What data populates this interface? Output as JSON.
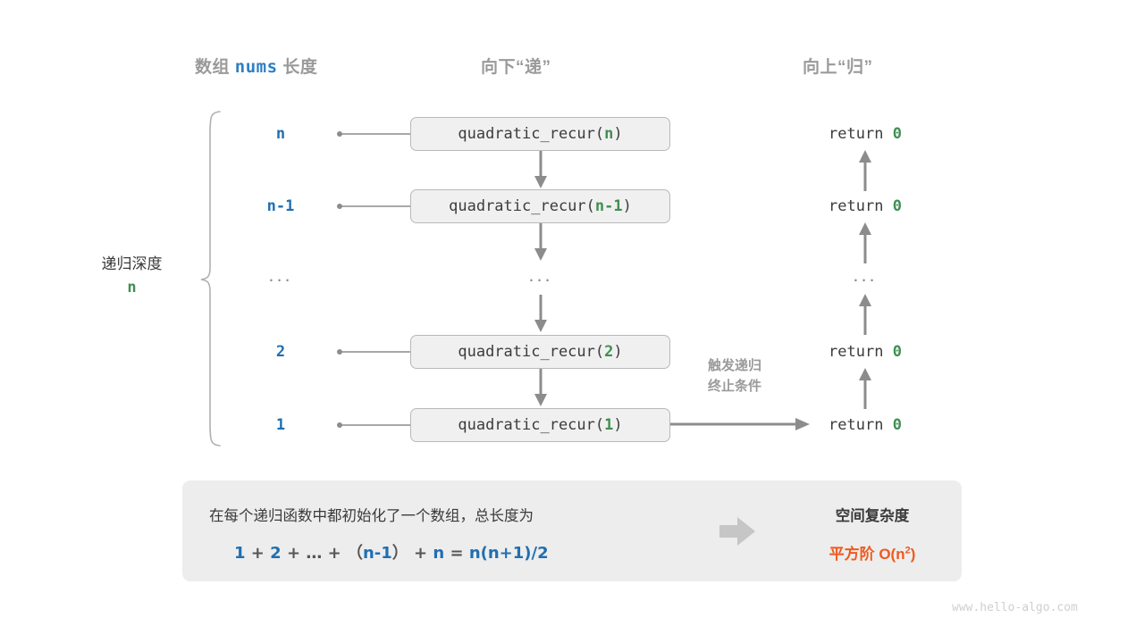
{
  "headers": {
    "array_length_prefix": "数组",
    "array_length_mono": "nums",
    "array_length_suffix": "长度",
    "down": "向下“递”",
    "up": "向上“归”"
  },
  "depth": {
    "label": "递归深度",
    "value": "n"
  },
  "rows": [
    {
      "length": "n",
      "call_prefix": "quadratic_recur(",
      "call_arg": "n",
      "call_suffix": ")",
      "ret_label": "return ",
      "ret_value": "0"
    },
    {
      "length": "n-1",
      "call_prefix": "quadratic_recur(",
      "call_arg": "n-1",
      "call_suffix": ")",
      "ret_label": "return ",
      "ret_value": "0"
    },
    {
      "length": "...",
      "call_prefix": "...",
      "call_arg": "",
      "call_suffix": "",
      "ret_label": "...",
      "ret_value": ""
    },
    {
      "length": "2",
      "call_prefix": "quadratic_recur(",
      "call_arg": "2",
      "call_suffix": ")",
      "ret_label": "return ",
      "ret_value": "0"
    },
    {
      "length": "1",
      "call_prefix": "quadratic_recur(",
      "call_arg": "1",
      "call_suffix": ")",
      "ret_label": "return ",
      "ret_value": "0"
    }
  ],
  "trigger_note": {
    "line1": "触发递归",
    "line2": "终止条件"
  },
  "summary": {
    "description": "在每个递归函数中都初始化了一个数组，总长度为",
    "formula_parts": [
      {
        "t": "1",
        "k": "b"
      },
      {
        "t": " + ",
        "k": "op"
      },
      {
        "t": "2",
        "k": "b"
      },
      {
        "t": " + ",
        "k": "op"
      },
      {
        "t": "…",
        "k": "op"
      },
      {
        "t": " + ",
        "k": "op"
      },
      {
        "t": "（",
        "k": "op"
      },
      {
        "t": "n-1",
        "k": "b"
      },
      {
        "t": "）",
        "k": "op"
      },
      {
        "t": " + ",
        "k": "op"
      },
      {
        "t": "n",
        "k": "b"
      },
      {
        "t": " = ",
        "k": "op"
      },
      {
        "t": "n(n+1)/2",
        "k": "b"
      }
    ],
    "result_title": "空间复杂度",
    "result_value_prefix": "平方阶  O(n",
    "result_value_sup": "2",
    "result_value_suffix": ")"
  },
  "watermark": "www.hello-algo.com",
  "colors": {
    "blue": "#1f6fb2",
    "green": "#3f8f52",
    "orange": "#ee5a1f",
    "gray_text": "#9a9a9a",
    "dark_text": "#3a3a3a",
    "box_fill": "#f0f0f0",
    "box_border": "#b9b9b9",
    "panel_fill": "#ededed",
    "arrow": "#8c8c8c"
  }
}
